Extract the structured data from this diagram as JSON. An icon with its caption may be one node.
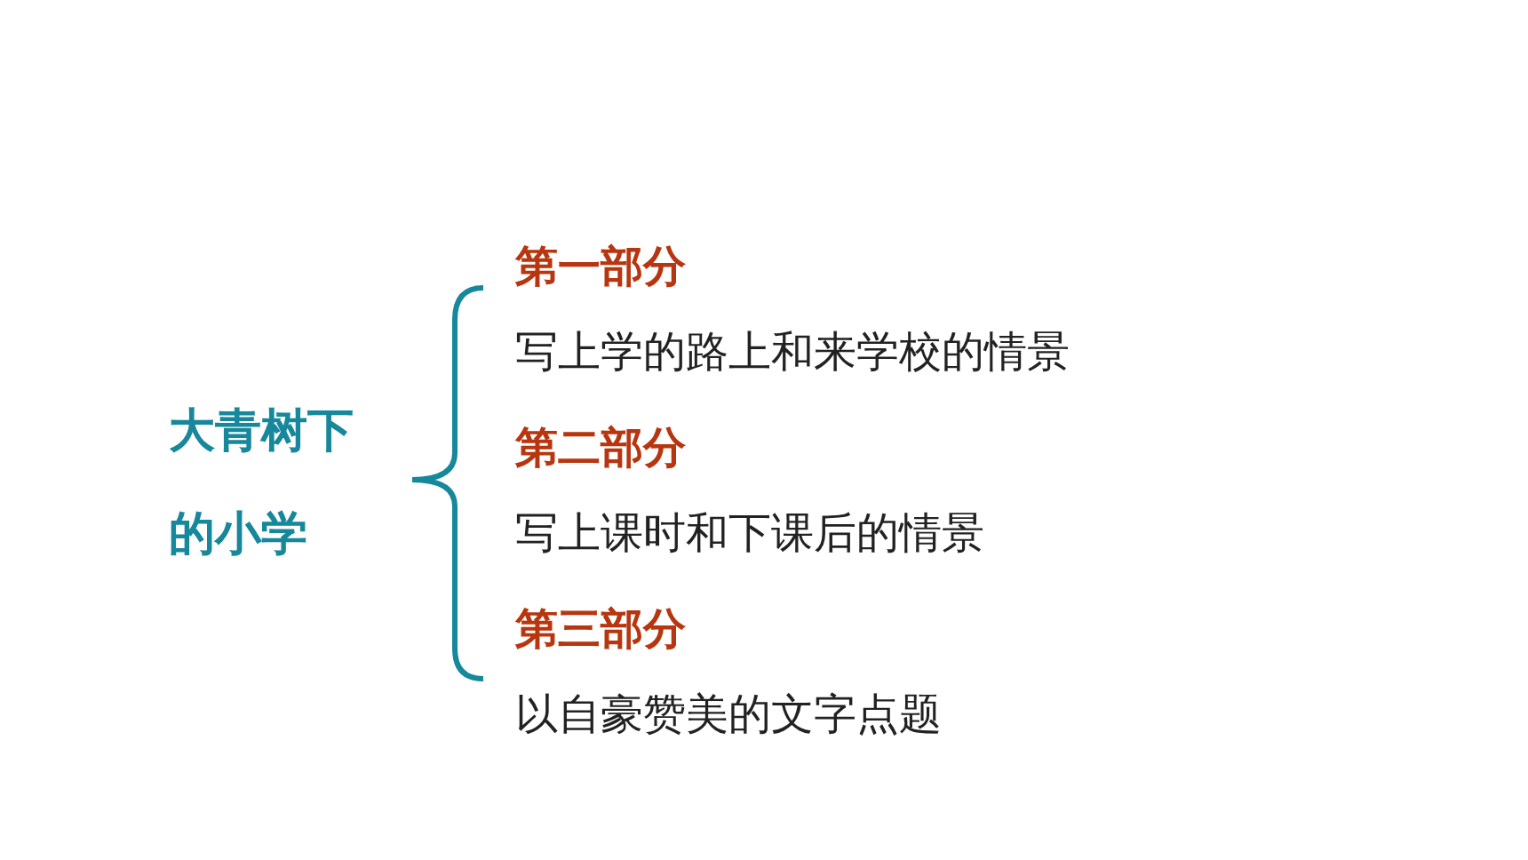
{
  "diagram": {
    "nodes": [
      {
        "text": [
          "大青树下的小学"
        ]
      },
      {
        "text": [
          "第一部分",
          "写上学的路上和来学校的情景"
        ]
      },
      {
        "text": [
          "第二部分",
          "写上课时和下课后的情景"
        ]
      },
      {
        "text": [
          "第三部分",
          "以自豪赞美的文字点题"
        ]
      }
    ]
  }
}
